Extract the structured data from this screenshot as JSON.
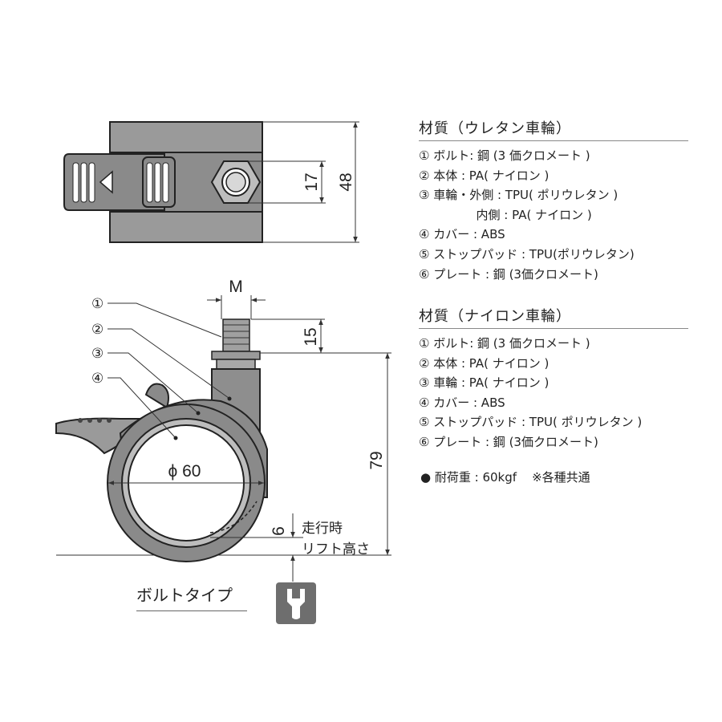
{
  "top_view": {
    "dim_width": "48",
    "dim_hex": "17"
  },
  "side_view": {
    "dim_thread": "M",
    "dim_thread_length": "15",
    "dim_height": "79",
    "dim_diameter": "ϕ 60",
    "dim_lift": "6",
    "lift_label_line1": "走行時",
    "lift_label_line2": "リフト高さ",
    "callouts": [
      "①",
      "②",
      "③",
      "④"
    ],
    "type_label": "ボルトタイプ",
    "tool_icon": "wrench-icon"
  },
  "specs": {
    "urethane": {
      "title": "材質（ウレタン車輪）",
      "lines": [
        "① ボルト: 鋼 (3 価クロメート )",
        "② 本体 : PA( ナイロン )",
        "③ 車輪・外側 : TPU( ポリウレタン )",
        "               内側 : PA( ナイロン )",
        "④ カバー : ABS",
        "⑤ ストップパッド : TPU(ポリウレタン)",
        "⑥ プレート : 鋼 (3価クロメート)"
      ]
    },
    "nylon": {
      "title": "材質（ナイロン車輪）",
      "lines": [
        "① ボルト: 鋼 (3 価クロメート )",
        "② 本体 : PA( ナイロン )",
        "③ 車輪 : PA( ナイロン )",
        "④ カバー : ABS",
        "⑤ ストップパッド : TPU( ポリウレタン )",
        "⑥ プレート : 鋼 (3価クロメート)"
      ]
    },
    "load_line": "● 耐荷重 : 60kgf    ※各種共通"
  }
}
